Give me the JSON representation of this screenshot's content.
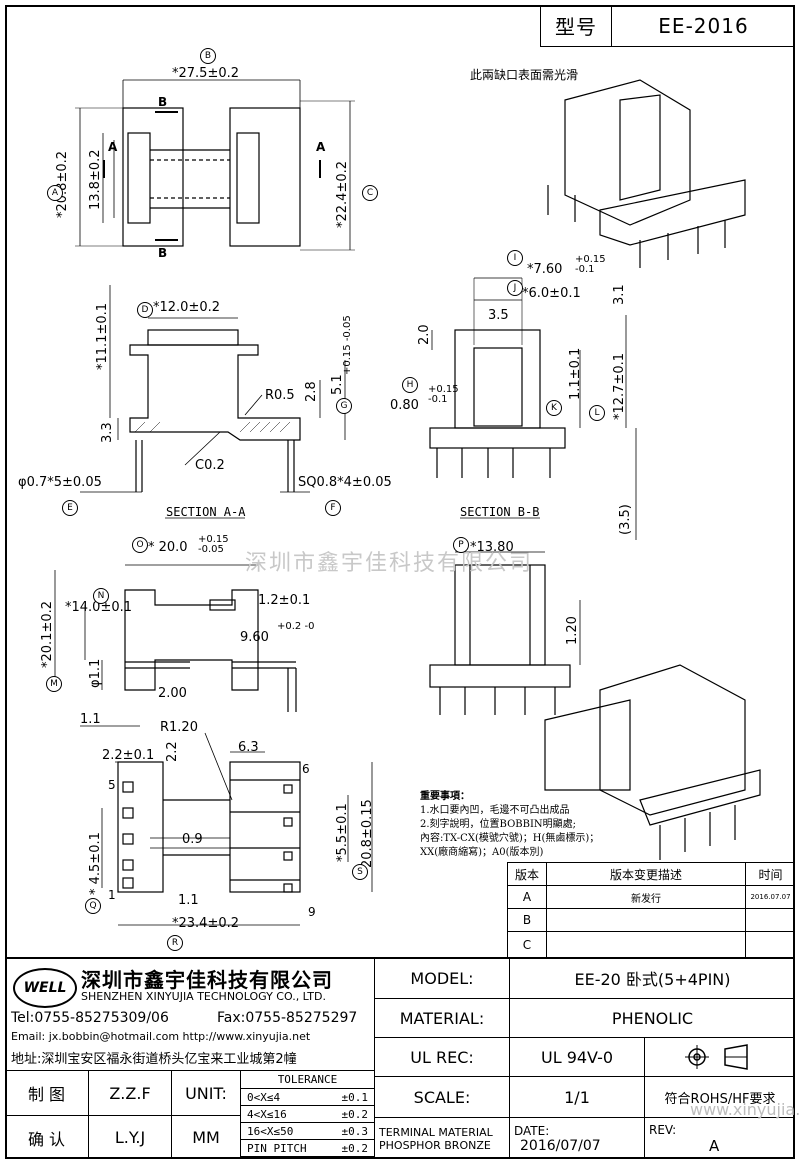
{
  "header": {
    "type_label": "型号",
    "type_value": "EE-2016"
  },
  "drawing": {
    "top_note": "此兩缺口表面需光滑",
    "dims": {
      "B_width": "*27.5±0.2",
      "A_height": "*20.8±0.2",
      "inner_13_8": "13.8±0.2",
      "C_height": "*22.4±0.2",
      "D_12": "*12.0±0.2",
      "h_11_1": "*11.1±0.1",
      "r05": "R0.5",
      "d_2_8": "2.8",
      "G_5_1": "5.1",
      "G_tol": "+0.15 -0.05",
      "d_3_3": "3.3",
      "c02": "C0.2",
      "E_pin": "φ0.7*5±0.05",
      "F_pin": "SQ0.8*4±0.05",
      "I_7_60": "*7.60",
      "I_tol": "+0.15 -0.1",
      "J_6_0": "*6.0±0.1",
      "d_3_1": "3.1",
      "d_3_5": "3.5",
      "d_2_0": "2.0",
      "H_0_80": "0.80",
      "H_tol": "+0.15 -0.1",
      "K_1_1": "1.1±0.1",
      "L_12_7": "*12.7±0.1",
      "d_3_5p": "(3.5)",
      "O_20_0": "* 20.0",
      "O_tol": "+0.15 -0.05",
      "P_13_80": "*13.80",
      "N_14_0": "*14.0±0.1",
      "M_20_1": "*20.1±0.2",
      "d_1_2": "1.2±0.1",
      "d_9_60": "9.60",
      "d_9_tol": "+0.2 -0",
      "phi_1_1": "φ1.1",
      "d_2_00": "2.00",
      "d_1_1a": "1.1",
      "d_1_20": "1.20",
      "r1_20": "R1.20",
      "d_2_2a": "2.2±0.1",
      "d_2_2b": "2.2",
      "d_6_3": "6.3",
      "d_0_9": "0.9",
      "Q_4_5": "* 4.5±0.1",
      "S_5_5": "*5.5±0.1",
      "d_20_8": "20.8±0.15",
      "d_1_1b": "1.1",
      "R_23_4": "*23.4±0.2",
      "pin5": "5",
      "pin1": "1",
      "pin6": "6",
      "pin9": "9"
    },
    "circle_labels": [
      "A",
      "B",
      "C",
      "D",
      "E",
      "F",
      "G",
      "H",
      "I",
      "J",
      "K",
      "L",
      "M",
      "N",
      "O",
      "P",
      "Q",
      "R",
      "S"
    ],
    "section_a": "SECTION A-A",
    "section_b": "SECTION B-B",
    "cut_a": "A",
    "cut_b": "B",
    "watermark": "深圳市鑫宇佳科技有限公司",
    "notes_title": "重要事項：",
    "notes": [
      "1.水口要內凹，毛邊不可凸出成品",
      "2.刻字說明，位置BOBBIN明顯處;",
      "   內容:TX-CX(模號穴號)；H(無鹵標示)；",
      "   XX(廠商縮寫)；A0(版本別)"
    ]
  },
  "revision": {
    "headers": [
      "版本",
      "版本变更描述",
      "时间"
    ],
    "rows": [
      {
        "ver": "A",
        "desc": "新发行",
        "date": "2016.07.07"
      },
      {
        "ver": "B",
        "desc": "",
        "date": ""
      },
      {
        "ver": "C",
        "desc": "",
        "date": ""
      }
    ]
  },
  "company": {
    "logo": "WELL",
    "name_cn": "深圳市鑫宇佳科技有限公司",
    "name_en": "SHENZHEN XINYUJIA TECHNOLOGY CO., LTD.",
    "tel": "Tel:0755-85275309/06",
    "fax": "Fax:0755-85275297",
    "email": "Email: jx.bobbin@hotmail.com http://www.xinyujia.net",
    "address": "地址:深圳宝安区福永街道桥头亿宝来工业城第2幢"
  },
  "title_block": {
    "model_label": "MODEL:",
    "model_value": "EE-20 卧式(5+4PIN)",
    "material_label": "MATERIAL:",
    "material_value": "PHENOLIC",
    "ulrec_label": "UL REC:",
    "ulrec_value": "UL 94V-0",
    "scale_label": "SCALE:",
    "scale_value": "1/1",
    "rohs": "符合ROHS/HF要求",
    "terminal_label": "TERMINAL MATERIAL",
    "terminal_value": "PHOSPHOR BRONZE",
    "date_label": "DATE:",
    "date_value": "2016/07/07",
    "rev_label": "REV:",
    "rev_value": "A",
    "drawn_label": "制 图",
    "drawn_value": "Z.Z.F",
    "check_label": "确 认",
    "check_value": "L.Y.J",
    "unit_label": "UNIT:",
    "unit_value": "MM",
    "tolerance_title": "TOLERANCE",
    "tolerances": [
      {
        "range": "0<X≤4",
        "tol": "±0.1"
      },
      {
        "range": "4<X≤16",
        "tol": "±0.2"
      },
      {
        "range": "16<X≤50",
        "tol": "±0.3"
      },
      {
        "range": "PIN PITCH",
        "tol": "±0.2"
      }
    ],
    "site_watermark": "www.xinyujia.net"
  }
}
